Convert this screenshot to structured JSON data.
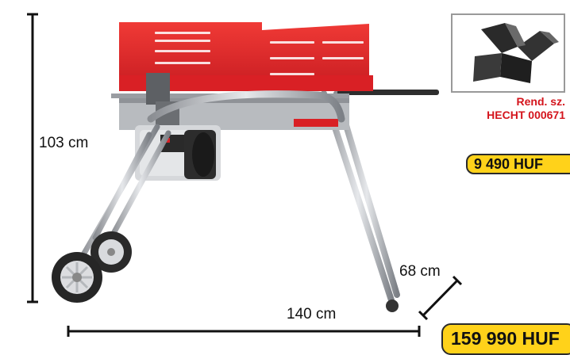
{
  "dimensions": {
    "height_label": "103 cm",
    "length_label": "140 cm",
    "width_label": "68 cm"
  },
  "accessory": {
    "name_line1": "Rend. sz.",
    "name_line2": "HECHT 000671",
    "price": "9 490 HUF"
  },
  "product": {
    "price": "159 990 HUF"
  },
  "colors": {
    "accent_red": "#d4141c",
    "price_yellow": "#ffd21a",
    "machine_red": "#e5262b"
  }
}
